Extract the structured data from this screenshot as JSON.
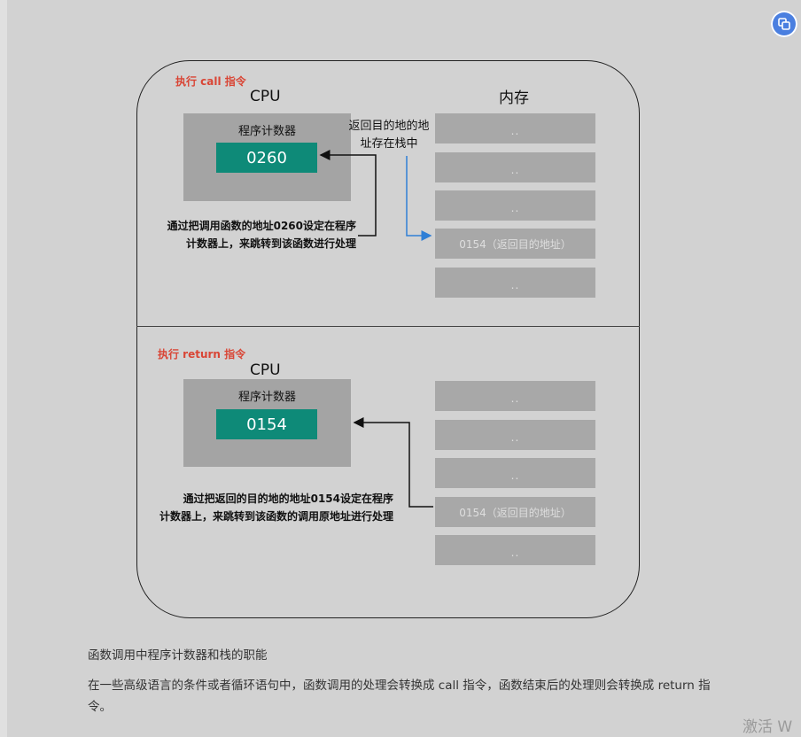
{
  "diagram": {
    "top": {
      "step_label": "执行 call 指令",
      "cpu_title": "CPU",
      "memory_title": "内存",
      "pc_label": "程序计数器",
      "pc_value": "0260",
      "stack_note_line1": "返回目的地的地",
      "stack_note_line2": "址存在栈中",
      "note_line1": "通过把调用函数的地址0260设定在程序",
      "note_line2": "计数器上，来跳转到该函数进行处理",
      "memory_cells": [
        "..",
        "..",
        "..",
        "0154（返回目的地址）",
        ".."
      ]
    },
    "bottom": {
      "step_label": "执行 return 指令",
      "cpu_title": "CPU",
      "pc_label": "程序计数器",
      "pc_value": "0154",
      "note_line1": "通过把返回的目的地的地址0154设定在程序",
      "note_line2": "计数器上，来跳转到该函数的调用原地址进行处理",
      "memory_cells": [
        "..",
        "..",
        "..",
        "0154（返回目的地址）",
        ".."
      ]
    },
    "colors": {
      "step_label": "#d94535",
      "pc_value_bg": "#0e8a78",
      "stack_arrow": "#2f7fd6"
    }
  },
  "caption": "函数调用中程序计数器和栈的职能",
  "paragraph": "在一些高级语言的条件或者循环语句中，函数调用的处理会转换成 call 指令，函数结束后的处理则会转换成 return 指令。",
  "watermark": "激活 W",
  "floating_button_icon": "translate-icon"
}
